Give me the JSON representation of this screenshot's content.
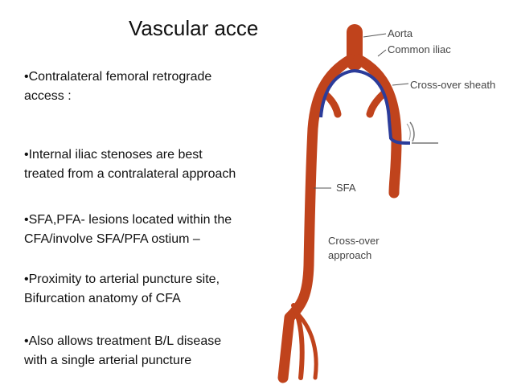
{
  "title": "Vascular acce",
  "bullets": [
    {
      "lines": [
        "•Contralateral femoral retrograde",
        "access :"
      ]
    },
    {
      "lines": [
        "•Internal iliac stenoses are best",
        "treated from a contralateral approach"
      ]
    },
    {
      "lines": [
        "•SFA,PFA- lesions located within the",
        "CFA/involve SFA/PFA ostium –"
      ]
    },
    {
      "lines": [
        "•Proximity to arterial puncture site,",
        "Bifurcation anatomy of CFA"
      ]
    },
    {
      "lines": [
        "•Also allows treatment B/L disease",
        "with a single arterial puncture"
      ]
    }
  ],
  "diagram": {
    "labels": {
      "aorta": "Aorta",
      "common_iliac": "Common iliac",
      "crossover_sheath": "Cross-over sheath",
      "sfa": "SFA",
      "crossover_approach_1": "Cross-over",
      "crossover_approach_2": "approach"
    },
    "colors": {
      "artery": "#c0431c",
      "sheath": "#2b3c9a",
      "label": "#444444"
    }
  }
}
